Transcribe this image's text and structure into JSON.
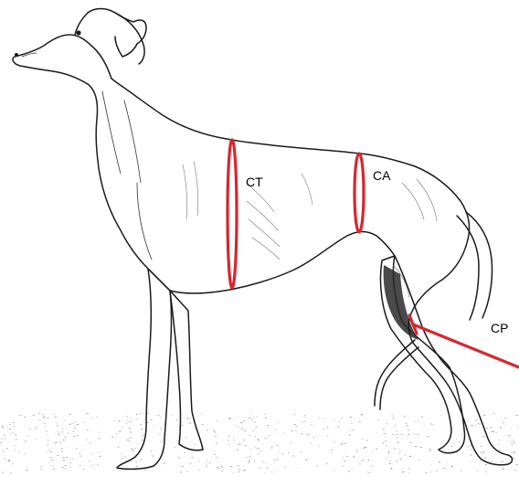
{
  "labels": {
    "ct": "CT",
    "ca": "CA",
    "cp": "CP"
  },
  "colors": {
    "measure": "#d7262e",
    "outline": "#1a1a1a"
  }
}
